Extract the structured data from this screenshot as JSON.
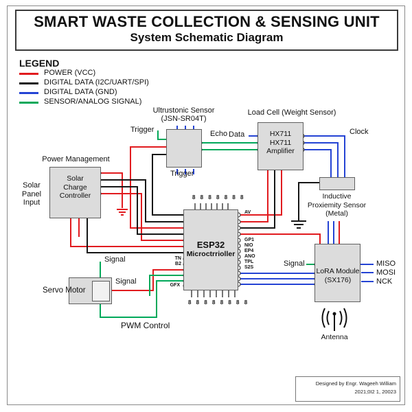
{
  "title": {
    "line1": "SMART WASTE COLLECTION & SENSING UNIT",
    "line2": "System Schematic Diagram"
  },
  "legend": {
    "heading": "LEGEND",
    "items": [
      {
        "label": "POWER (VCC)",
        "color": "#e11a1e"
      },
      {
        "label": "DIGITAL DATA (I2C/UART/SPI)",
        "color": "#161616"
      },
      {
        "label": "DIGITAL DATA (GND)",
        "color": "#2443d4"
      },
      {
        "label": "SENSOR/ANALOG SIGNAL)",
        "color": "#00a859"
      }
    ]
  },
  "components": {
    "ultrasonic": {
      "name_line1": "Ultrustonic Sensor",
      "name_line2": "(JSN-SR04T)",
      "trigger_top": "Trigger",
      "trigger_bottom": "Trigger",
      "echo": "Echo"
    },
    "load_cell": {
      "name": "Load Cell (Weight Sensor)",
      "line1": "HX711",
      "line2": "HX711",
      "line3": "Amplifier",
      "data": "Data",
      "clock": "Clock"
    },
    "power": {
      "name": "Power Management",
      "line1": "Solar",
      "line2": "Charge",
      "line3": "Controller",
      "input_line1": "Solar",
      "input_line2": "Panel",
      "input_line3": "Input"
    },
    "esp32": {
      "line1": "ESP32",
      "line2": "Microctrrioller",
      "top_pins": "8 8 8 8 8 8 8",
      "bottom_pins": "8 8 8 8 8 8 8 8",
      "right_labels": [
        "AV",
        "GP1",
        "NIO",
        "EP4",
        "ANO",
        "TPL",
        "S2S"
      ],
      "left_labels": [
        "TN",
        "B2",
        "GFX"
      ]
    },
    "servo": {
      "name": "Servo Motor",
      "signal_top": "Signal",
      "signal_right": "Signal",
      "pwm": "PWM Control"
    },
    "proximity": {
      "line1": "Inductive",
      "line2": "Proxiemity Sensor",
      "line3": "(Metal)"
    },
    "lora": {
      "line1": "LoRA Module",
      "line2": "(SX176)",
      "signal": "Signal",
      "miso": "MISO",
      "mosi": "MOSI",
      "nck": "NCK"
    },
    "antenna": {
      "label": "Antenna"
    }
  },
  "credit": {
    "line1": "Designed by Engr. Wageeh William",
    "line2": "2021;0I2 1, 20023"
  }
}
